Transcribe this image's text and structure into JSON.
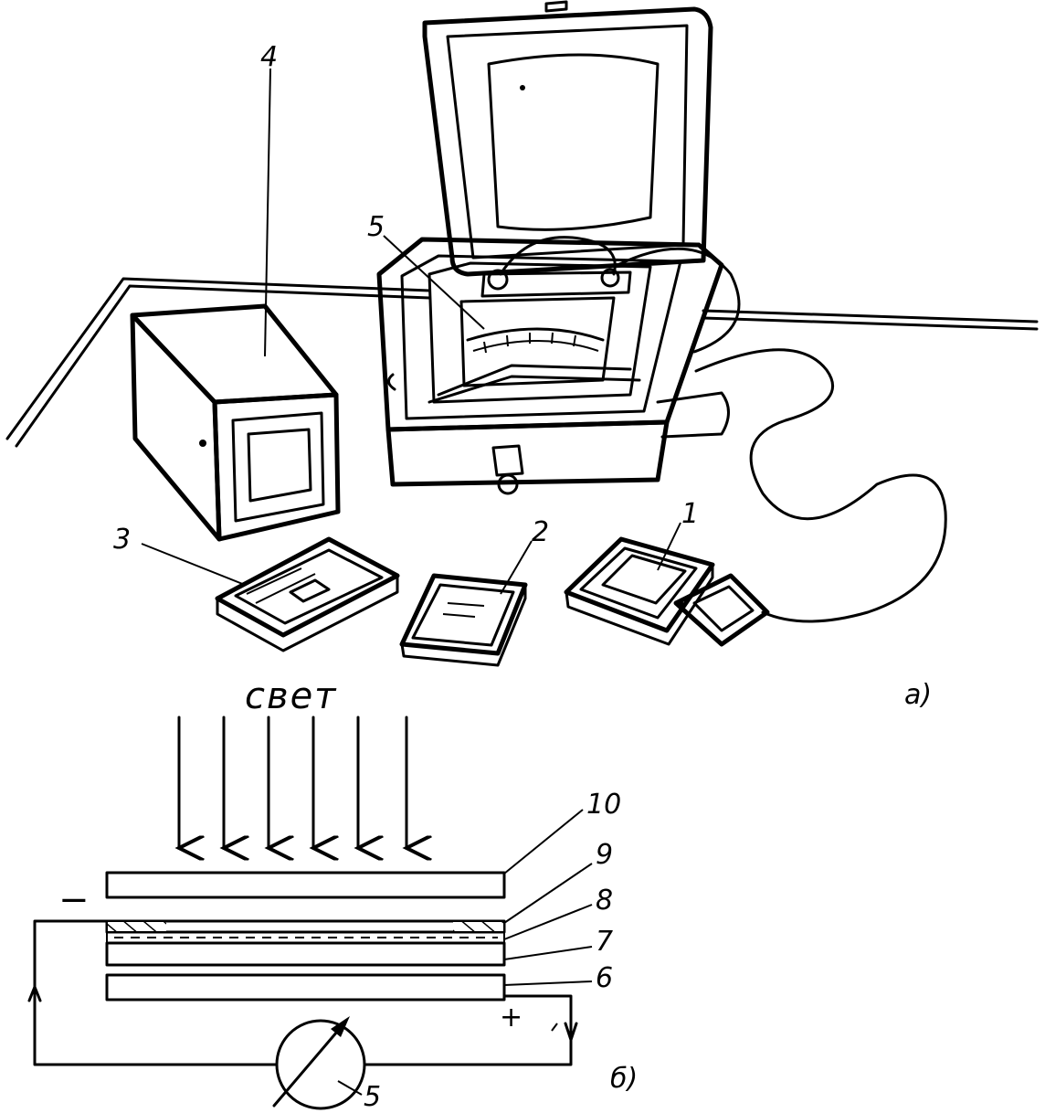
{
  "figure": {
    "part_a_label": "а)",
    "part_b_label": "б)",
    "light_label": "свет",
    "part_a_callouts": [
      "1",
      "2",
      "3",
      "4",
      "5"
    ],
    "part_b_callouts": [
      "10",
      "9",
      "8",
      "7",
      "6"
    ],
    "meter_callout": "5",
    "minus_sign": "−",
    "plus_sign": "+"
  }
}
